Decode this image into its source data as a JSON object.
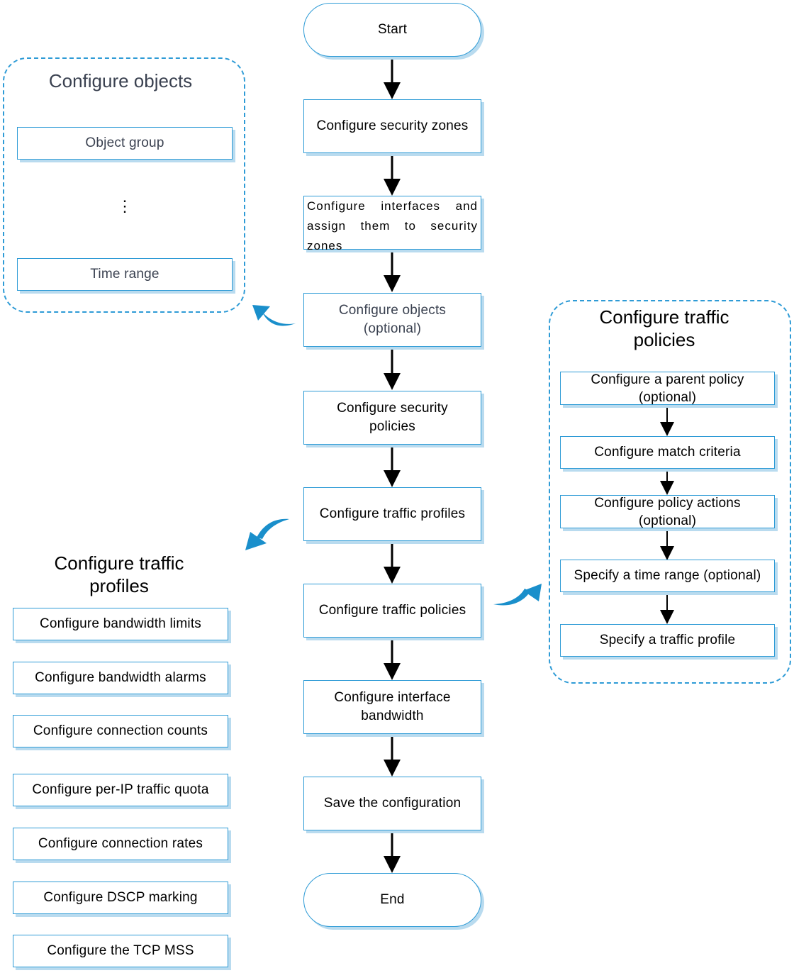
{
  "main": {
    "start": "Start",
    "zones": "Configure security zones",
    "interfaces_line1": "Configure   interfaces   and",
    "interfaces_line2": "assign them to security",
    "interfaces_line3": "zones",
    "objects_line1": "Configure objects",
    "objects_line2": "(optional)",
    "secpol_line1": "Configure security",
    "secpol_line2": "policies",
    "profiles": "Configure traffic profiles",
    "policies": "Configure traffic policies",
    "bandwidth_line1": "Configure interface",
    "bandwidth_line2": "bandwidth",
    "save": "Save the configuration",
    "end": "End"
  },
  "objects_panel": {
    "title": "Configure objects",
    "item_1": "Object group",
    "ellipsis": "⋮",
    "item_2": "Time range"
  },
  "policies_panel": {
    "title_line1": "Configure traffic",
    "title_line2": "policies",
    "parent_line1": "Configure a parent policy",
    "parent_line2": "(optional)",
    "match": "Configure match criteria",
    "actions_line1": "Configure policy actions",
    "actions_line2": "(optional)",
    "time_range": "Specify a time range (optional)",
    "profile": "Specify a traffic profile"
  },
  "profiles_panel": {
    "title_line1": "Configure traffic",
    "title_line2": "profiles",
    "items": [
      "Configure bandwidth limits",
      "Configure bandwidth alarms",
      "Configure connection counts",
      "Configure per-IP traffic quota",
      "Configure connection rates",
      "Configure DSCP marking",
      "Configure the TCP MSS"
    ]
  },
  "colors": {
    "border": "#2e9bd6",
    "shadow": "#b9dbef",
    "curved_arrow": "#1a8fcb"
  }
}
